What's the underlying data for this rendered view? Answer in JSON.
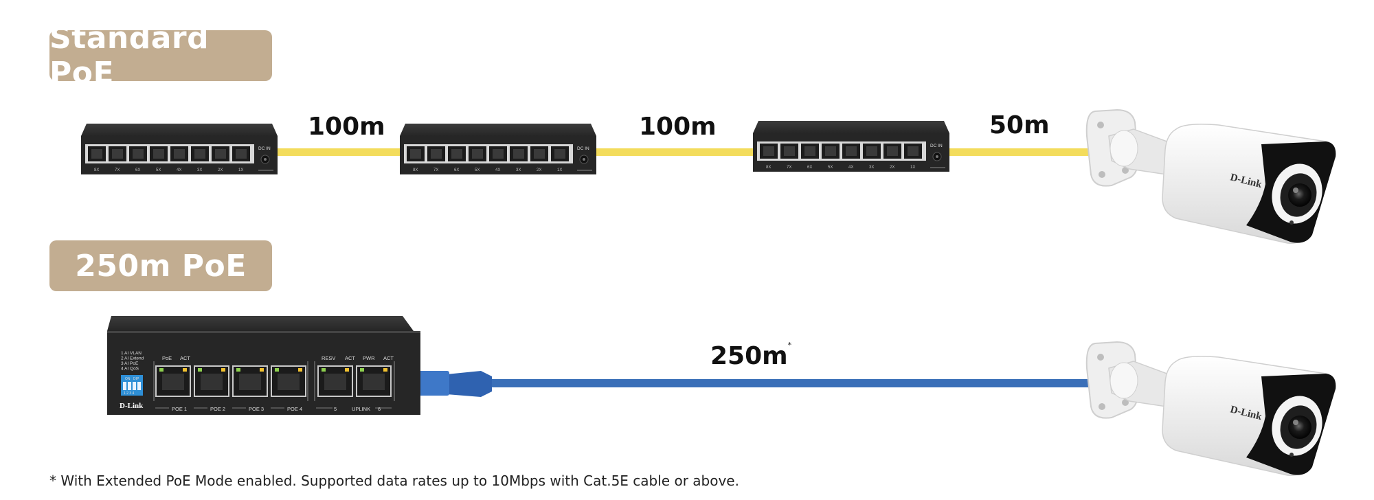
{
  "standard": {
    "title": "Standard PoE",
    "distances": [
      "100m",
      "100m",
      "50m"
    ]
  },
  "extended": {
    "title": "250m PoE",
    "distance": "250m",
    "distance_mark": "*"
  },
  "footnote": "* With Extended PoE Mode enabled. Supported data rates up to 10Mbps with Cat.5E cable or above.",
  "switch_small": {
    "dc_label": "DC IN",
    "port_labels": [
      "8X",
      "7X",
      "6X",
      "5X",
      "4X",
      "3X",
      "2X",
      "1X"
    ]
  },
  "switch_poe": {
    "brand": "D-Link",
    "dip_lines": [
      "1 AI VLAN",
      "2 AI Extend",
      "3 AI PoE",
      "4 AI QoS"
    ],
    "dip_on": "ON",
    "dip_dip": "DIP",
    "dip_numbers": "1 2 3 4",
    "top_labels": [
      "PoE",
      "ACT",
      "RESV",
      "ACT",
      "PWR",
      "ACT"
    ],
    "bottom_labels": [
      "POE 1",
      "POE 2",
      "POE 3",
      "POE 4",
      "5",
      "UPLINK",
      "6"
    ]
  },
  "camera": {
    "brand": "D-Link"
  },
  "colors": {
    "badge": "#c2ad91",
    "standard_cable": "#f3dc5c",
    "extended_cable": "#3a6fb8",
    "switch_body": "#2b2b2b",
    "camera_body": "#f2f2f2"
  }
}
